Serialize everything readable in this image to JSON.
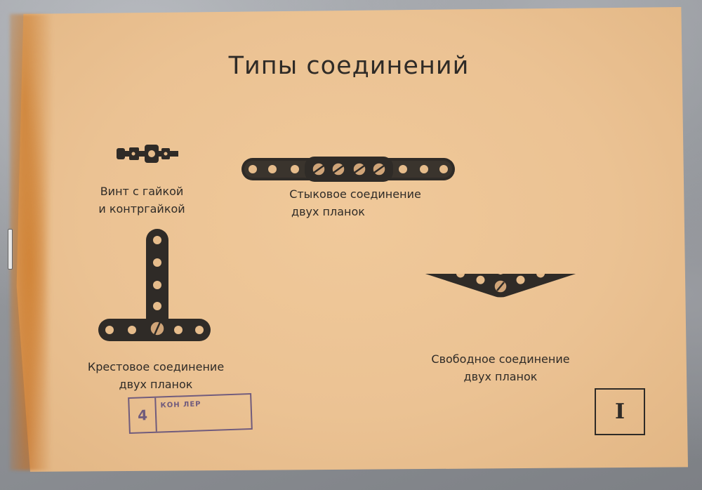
{
  "title": "Типы соединений",
  "figures": {
    "screw": {
      "caption_line1": "Винт с гайкой",
      "caption_line2": "и контргайкой"
    },
    "butt": {
      "caption_line1": "Стыковое соединение",
      "caption_line2": "двух планок"
    },
    "cross": {
      "caption_line1": "Крестовое соединение",
      "caption_line2": "двух планок"
    },
    "free": {
      "caption_line1": "Свободное соединение",
      "caption_line2": "двух планок"
    }
  },
  "stamp": {
    "number": "4",
    "text": "КОН ЛЕР"
  },
  "page_number": "I"
}
